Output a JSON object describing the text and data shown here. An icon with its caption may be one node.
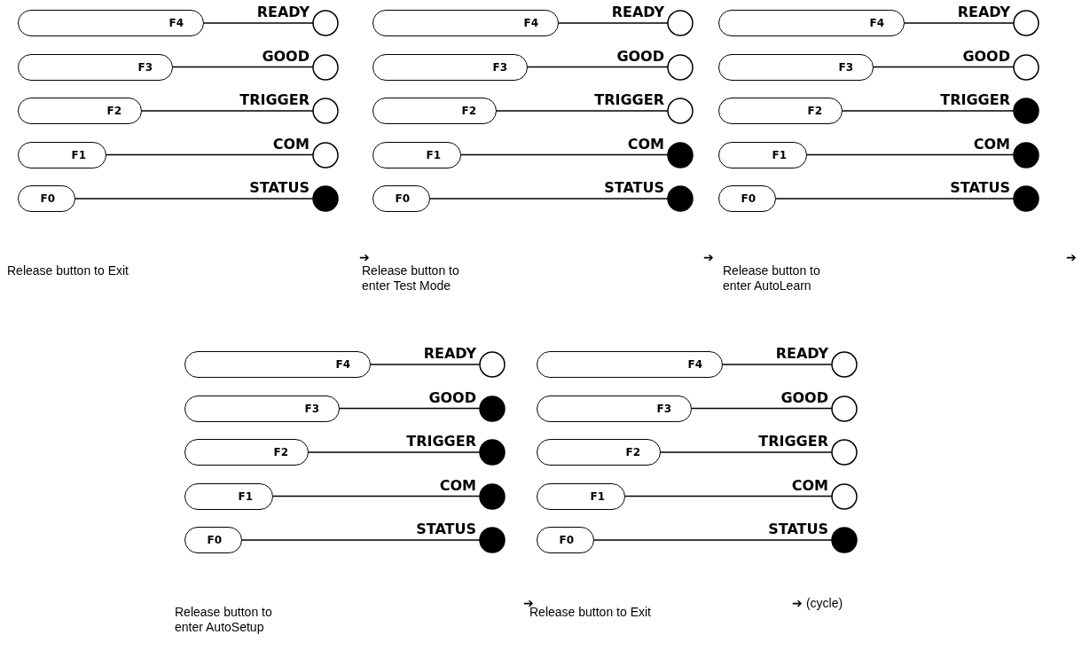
{
  "diagram": {
    "nodes": [
      {
        "text": [
          "F4"
        ]
      },
      {
        "text": [],
        "shape": "circle"
      },
      {
        "text": [
          "F3"
        ]
      },
      {
        "text": [],
        "shape": "circle"
      },
      {
        "text": [
          "F2"
        ]
      },
      {
        "text": [],
        "shape": "circle"
      },
      {
        "text": [
          "F1"
        ]
      },
      {
        "text": [],
        "shape": "circle"
      },
      {
        "text": [
          "F0"
        ]
      },
      {
        "text": [],
        "shape": "dot"
      },
      {
        "text": [
          "F4"
        ]
      },
      {
        "text": [],
        "shape": "circle"
      },
      {
        "text": [
          "F3"
        ]
      },
      {
        "text": [],
        "shape": "circle"
      },
      {
        "text": [
          "F2"
        ]
      },
      {
        "text": [],
        "shape": "circle"
      },
      {
        "text": [
          "F1"
        ]
      },
      {
        "text": [],
        "shape": "dot"
      },
      {
        "text": [
          "F0"
        ]
      },
      {
        "text": [],
        "shape": "dot"
      },
      {
        "text": [
          "F4"
        ]
      },
      {
        "text": [],
        "shape": "circle"
      },
      {
        "text": [
          "F3"
        ]
      },
      {
        "text": [],
        "shape": "circle"
      },
      {
        "text": [
          "F2"
        ]
      },
      {
        "text": [],
        "shape": "dot"
      },
      {
        "text": [
          "F1"
        ]
      },
      {
        "text": [],
        "shape": "dot"
      },
      {
        "text": [
          "F0"
        ]
      },
      {
        "text": [],
        "shape": "dot"
      },
      {
        "text": [
          "F4"
        ]
      },
      {
        "text": [],
        "shape": "circle"
      },
      {
        "text": [
          "F3"
        ]
      },
      {
        "text": [],
        "shape": "dot"
      },
      {
        "text": [
          "F2"
        ]
      },
      {
        "text": [],
        "shape": "dot"
      },
      {
        "text": [
          "F1"
        ]
      },
      {
        "text": [],
        "shape": "dot"
      },
      {
        "text": [
          "F0"
        ]
      },
      {
        "text": [],
        "shape": "dot"
      },
      {
        "text": [
          "F4"
        ]
      },
      {
        "text": [],
        "shape": "circle"
      },
      {
        "text": [
          "F3"
        ]
      },
      {
        "text": [],
        "shape": "circle"
      },
      {
        "text": [
          "F2"
        ]
      },
      {
        "text": [],
        "shape": "circle"
      },
      {
        "text": [
          "F1"
        ]
      },
      {
        "text": [],
        "shape": "circle"
      },
      {
        "text": [
          "F0"
        ]
      },
      {
        "text": [],
        "shape": "dot"
      }
    ],
    "edges": [
      {
        "from": 0,
        "to": 1,
        "arrow": "none",
        "label": "READY"
      },
      {
        "from": 2,
        "to": 3,
        "arrow": "none",
        "label": "GOOD"
      },
      {
        "from": 4,
        "to": 5,
        "arrow": "none",
        "label": "TRIGGER"
      },
      {
        "from": 6,
        "to": 7,
        "arrow": "none",
        "label": "COM"
      },
      {
        "from": 8,
        "to": 9,
        "arrow": "none",
        "label": "STATUS"
      },
      {
        "from": 10,
        "to": 11,
        "arrow": "none",
        "label": "READY"
      },
      {
        "from": 12,
        "to": 13,
        "arrow": "none",
        "label": "GOOD"
      },
      {
        "from": 14,
        "to": 15,
        "arrow": "none",
        "label": "TRIGGER"
      },
      {
        "from": 16,
        "to": 17,
        "arrow": "none",
        "label": "COM"
      },
      {
        "from": 18,
        "to": 19,
        "arrow": "none",
        "label": "STATUS"
      },
      {
        "from": 20,
        "to": 21,
        "arrow": "none",
        "label": "READY"
      },
      {
        "from": 22,
        "to": 23,
        "arrow": "none",
        "label": "GOOD"
      },
      {
        "from": 24,
        "to": 25,
        "arrow": "none",
        "label": "TRIGGER"
      },
      {
        "from": 26,
        "to": 27,
        "arrow": "none",
        "label": "COM"
      },
      {
        "from": 28,
        "to": 29,
        "arrow": "none",
        "label": "STATUS"
      },
      {
        "from": 30,
        "to": 31,
        "arrow": "none",
        "label": "READY"
      },
      {
        "from": 32,
        "to": 33,
        "arrow": "none",
        "label": "GOOD"
      },
      {
        "from": 34,
        "to": 35,
        "arrow": "none",
        "label": "TRIGGER"
      },
      {
        "from": 36,
        "to": 37,
        "arrow": "none",
        "label": "COM"
      },
      {
        "from": 38,
        "to": 39,
        "arrow": "none",
        "label": "STATUS"
      },
      {
        "from": 40,
        "to": 41,
        "arrow": "none",
        "label": "READY"
      },
      {
        "from": 42,
        "to": 43,
        "arrow": "none",
        "label": "GOOD"
      },
      {
        "from": 44,
        "to": 45,
        "arrow": "none",
        "label": "TRIGGER"
      },
      {
        "from": 46,
        "to": 47,
        "arrow": "none",
        "label": "COM"
      },
      {
        "from": 48,
        "to": 49,
        "arrow": "none",
        "label": "STATUS"
      }
    ],
    "labels": [
      "➔",
      "➔",
      "➔",
      "Release button to Exit",
      "Release button to enter Test Mode",
      "Release button to enter AutoLearn",
      "➔",
      "➔ (cycle)",
      "Release button to enter AutoSetup",
      "Release button to Exit"
    ]
  }
}
